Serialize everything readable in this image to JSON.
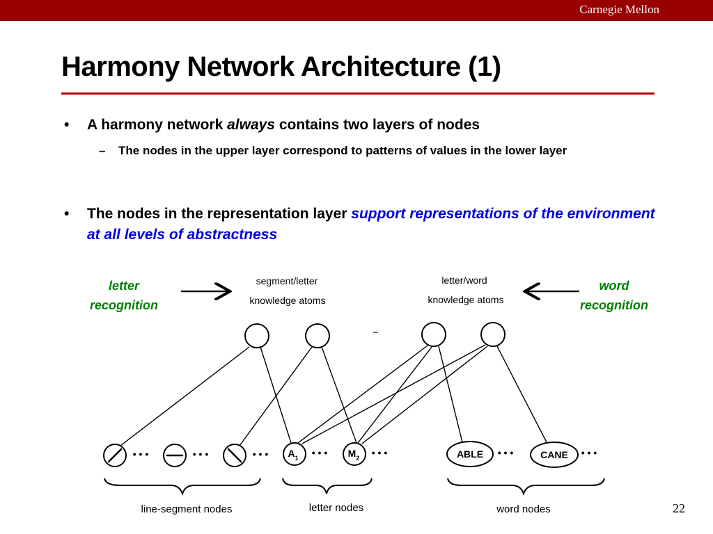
{
  "header": {
    "brand": "Carnegie Mellon"
  },
  "slide": {
    "title": "Harmony Network Architecture (1)",
    "number": "22",
    "bullet1": {
      "before": "A harmony network ",
      "emphasis": "always",
      "after": " contains two layers of nodes"
    },
    "sub1": "The nodes in the upper layer correspond to patterns of values in the lower layer",
    "bullet2": {
      "before": "The nodes in the representation layer ",
      "highlight": "support representations of the environment at all levels of abstractness"
    }
  },
  "diagram": {
    "left_caption_line1": "letter",
    "left_caption_line2": "recognition",
    "right_caption_line1": "word",
    "right_caption_line2": "recognition",
    "upper_left_line1": "segment/letter",
    "upper_left_line2": "knowledge atoms",
    "upper_right_line1": "letter/word",
    "upper_right_line2": "knowledge atoms",
    "letter_a": "A",
    "letter_a_sub": "1",
    "letter_m": "M",
    "letter_m_sub": "2",
    "word_able": "ABLE",
    "word_cane": "CANE",
    "group_line_segment": "line-segment nodes",
    "group_letter": "letter nodes",
    "group_word": "word nodes",
    "ellipsis": "• • •",
    "colors": {
      "caption": "#008000",
      "highlight": "#0000dd",
      "accent": "#990000"
    }
  }
}
